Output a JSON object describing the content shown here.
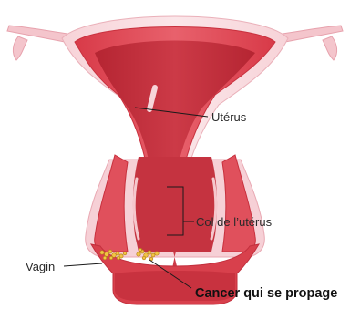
{
  "diagram": {
    "labels": {
      "uterus": "Utérus",
      "cervix": "Col de l’utérus",
      "vagina": "Vagin",
      "spreading_cancer": "Cancer qui se propage"
    },
    "colors": {
      "outer_wall": "#f4c9cf",
      "muscle": "#e2505c",
      "cavity": "#c22f3d",
      "cancer_cells": "#f0c040"
    }
  }
}
